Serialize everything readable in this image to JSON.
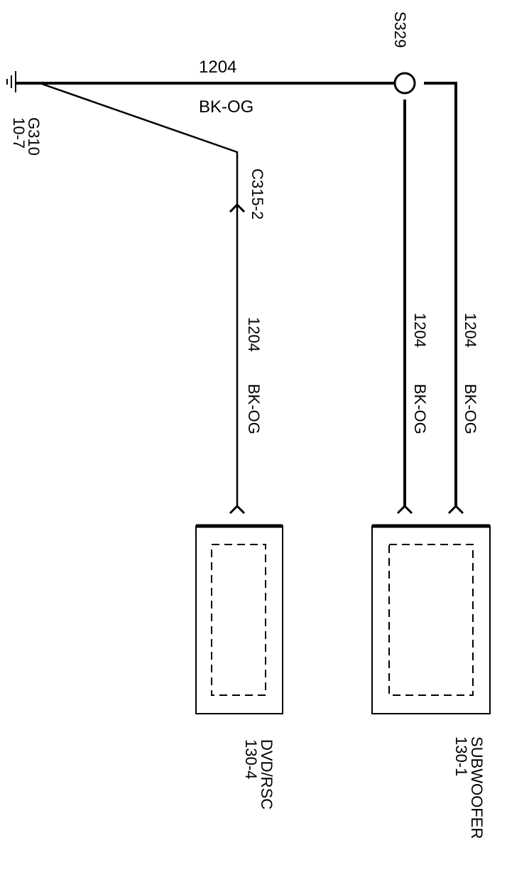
{
  "ground": {
    "id": "G310",
    "ref": "10-7"
  },
  "splice": {
    "id": "S329"
  },
  "connector": {
    "id": "C315-2"
  },
  "main_wire": {
    "circuit": "1204",
    "color": "BK-OG"
  },
  "branch_wires": {
    "dvd": {
      "circuit": "1204",
      "color": "BK-OG"
    },
    "subwoofer_a": {
      "circuit": "1204",
      "color": "BK-OG"
    },
    "subwoofer_b": {
      "circuit": "1204",
      "color": "BK-OG"
    }
  },
  "components": {
    "dvd_rsc": {
      "name": "DVD/RSC",
      "ref": "130-4"
    },
    "subwoofer": {
      "name": "SUBWOOFER",
      "ref": "130-1"
    }
  }
}
